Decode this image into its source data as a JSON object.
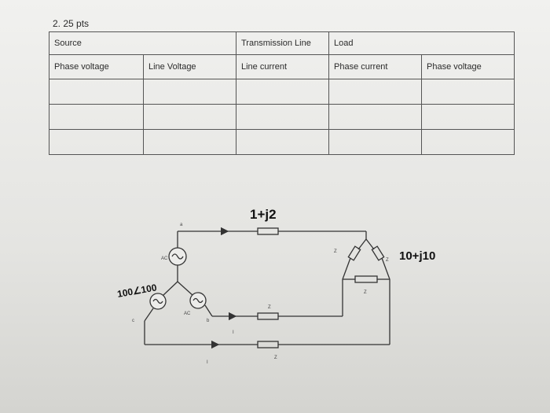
{
  "problem": {
    "label": "2. 25 pts"
  },
  "table": {
    "top_row": {
      "source": "Source",
      "transmission_line": "Transmission Line",
      "load": "Load"
    },
    "columns": [
      "Phase voltage",
      "Line Voltage",
      "Line current",
      "Phase current",
      "Phase voltage"
    ],
    "empty_rows": 3
  },
  "circuit": {
    "line_impedance": "1+j2",
    "load_impedance": "10+j10",
    "source_voltage": "100∠100",
    "node_labels": {
      "a": "a",
      "b": "b",
      "c": "c"
    },
    "source_labels": {
      "ac_top": "AC",
      "ac_right": "AC"
    },
    "impedance_labels": {
      "z_left": "Z",
      "z_right": "Z",
      "z_bottom": "Z",
      "z_line_b": "Z",
      "z_line_c": "Z"
    },
    "current_labels": {
      "i_b": "I",
      "i_c": "I"
    }
  }
}
